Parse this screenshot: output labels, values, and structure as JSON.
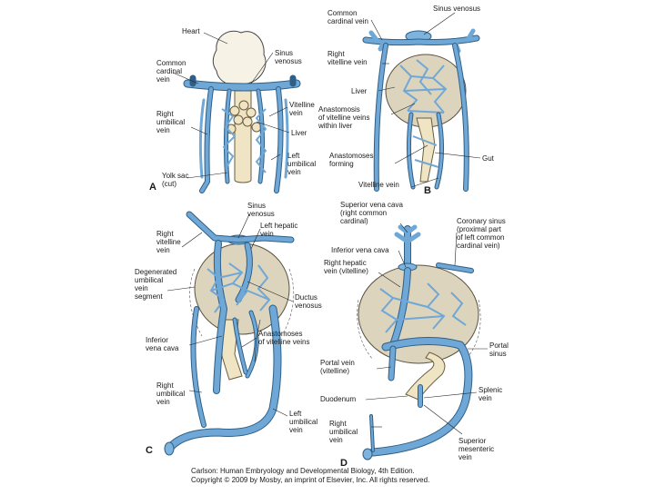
{
  "panels": {
    "a": {
      "letter": "A",
      "labels": {
        "heart": "Heart",
        "common_cardinal": [
          "Common",
          "cardinal",
          "vein"
        ],
        "sinus_venosus": [
          "Sinus",
          "venosus"
        ],
        "vitelline": [
          "Vitelline",
          "vein"
        ],
        "right_umbilical": [
          "Right",
          "umbilical",
          "vein"
        ],
        "liver": "Liver",
        "left_umbilical": [
          "Left",
          "umbilical",
          "vein"
        ],
        "yolk_sac": [
          "Yolk sac",
          "(cut)"
        ]
      }
    },
    "b": {
      "letter": "B",
      "labels": {
        "common_cardinal": [
          "Common",
          "cardinal vein"
        ],
        "sinus_venosus": "Sinus venosus",
        "right_vitelline": [
          "Right",
          "vitelline vein"
        ],
        "liver": "Liver",
        "anastomosis": [
          "Anastomosis",
          "of vitelline veins",
          "within liver"
        ],
        "anastomoses_forming": [
          "Anastomoses",
          "forming"
        ],
        "gut": "Gut",
        "vitelline": "Vitelline vein"
      }
    },
    "c": {
      "letter": "C",
      "labels": {
        "sinus_venosus": [
          "Sinus",
          "venosus"
        ],
        "left_hepatic": [
          "Left hepatic",
          "vein"
        ],
        "right_vitelline": [
          "Right",
          "vitelline",
          "vein"
        ],
        "degenerated": [
          "Degenerated",
          "umbilical",
          "vein",
          "segment"
        ],
        "ductus": [
          "Ductus",
          "venosus"
        ],
        "inferior_vena_cava": [
          "Inferior",
          "vena cava"
        ],
        "anastomoses": [
          "Anastomoses",
          "of vitelline veins"
        ],
        "right_umbilical": [
          "Right",
          "umbilical",
          "vein"
        ],
        "left_umbilical": [
          "Left",
          "umbilical",
          "vein"
        ]
      }
    },
    "d": {
      "letter": "D",
      "labels": {
        "superior_vena_cava": [
          "Superior vena cava",
          "(right common",
          "cardinal)"
        ],
        "coronary_sinus": [
          "Coronary sinus",
          "(proximal part",
          "of left common",
          "cardinal vein)"
        ],
        "inferior_vena_cava": "Inferior vena cava",
        "right_hepatic": [
          "Right hepatic",
          "vein (vitelline)"
        ],
        "portal_sinus": [
          "Portal",
          "sinus"
        ],
        "portal_vein": [
          "Portal vein",
          "(vitelline)"
        ],
        "duodenum": "Duodenum",
        "splenic": [
          "Splenic",
          "vein"
        ],
        "right_umbilical": [
          "Right",
          "umbilical",
          "vein"
        ],
        "superior_mesenteric": [
          "Superior",
          "mesenteric",
          "vein"
        ]
      }
    }
  },
  "caption": {
    "line1": "Carlson: Human Embryology and Developmental Biology, 4th Edition.",
    "line2": "Copyright © 2009 by Mosby, an imprint of Elsevier, Inc. All rights reserved."
  },
  "colors": {
    "vein": "#6fa8d6",
    "vein_outline": "#2f5f86",
    "liver": "#ddd4bd",
    "gut": "#efe4c4"
  }
}
